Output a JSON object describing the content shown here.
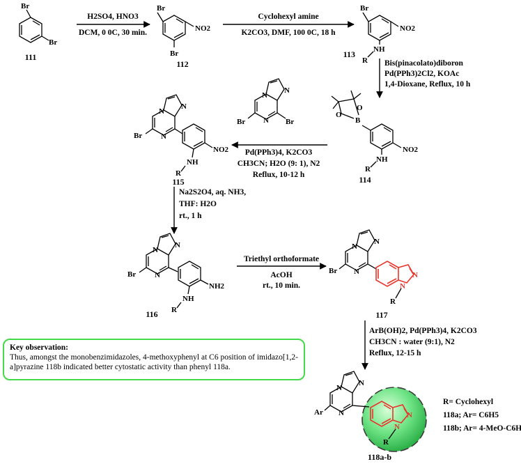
{
  "compounds": {
    "c111": "111",
    "c112": "112",
    "c113": "113",
    "c114": "114",
    "c115": "115",
    "c116": "116",
    "c117": "117",
    "c118": "118a-b"
  },
  "steps": {
    "s1_above": "H2SO4, HNO3",
    "s1_below": "DCM, 0 0C, 30 min.",
    "s2_above": "Cyclohexyl amine",
    "s2_below": "K2CO3, DMF, 100 0C, 18 h",
    "s3_line1": "Bis(pinacolato)diboron",
    "s3_line2": "Pd(PPh3)2Cl2, KOAc",
    "s3_line3": "1,4-Dioxane, Reflux, 10 h",
    "s4_line1": "Pd(PPh3)4, K2CO3",
    "s4_line2": "CH3CN; H2O (9: 1), N2",
    "s4_line3": "Reflux, 10-12 h",
    "s5_line1": "Na2S2O4, aq. NH3,",
    "s5_line2": "THF: H2O",
    "s5_line3": "rt., 1 h",
    "s6_above": "Triethyl orthoformate",
    "s6_below1": "AcOH",
    "s6_below2": "rt., 10 min.",
    "s7_line1": "ArB(OH)2, Pd(PPh3)4, K2CO3",
    "s7_line2": "CH3CN : water (9:1), N2",
    "s7_line3": "Reflux, 12-15 h"
  },
  "legend": {
    "r_def": "R= Cyclohexyl",
    "a_def": "118a; Ar= C6H5",
    "b_def": "118b; Ar= 4-MeO-C6H4"
  },
  "observation": {
    "title": "Key observation:",
    "text": "Thus, amongst the monobenzimidazoles, 4-methoxyphenyl at C6 position of imidazo[1,2-a]pyrazine 118b indicated better cytostatic activity than phenyl 118a."
  },
  "atoms": {
    "br": "Br",
    "no2": "NO2",
    "nh": "NH",
    "nh2": "NH2",
    "r": "R",
    "n": "N",
    "b": "B",
    "o": "O",
    "ar": "Ar"
  },
  "colors": {
    "highlight_ring": "#e8352c",
    "observation_border": "#43d94a",
    "sphere": "#5fe07a"
  }
}
